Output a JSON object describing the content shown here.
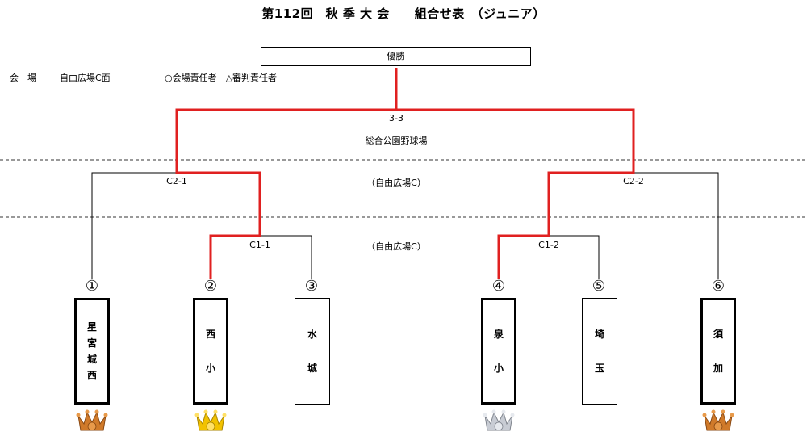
{
  "title": "第112回　秋 季 大 会　　組合せ表　（ジュニア）",
  "venue": {
    "label": "会　場",
    "name": "自由広場C面",
    "legend": "○会場責任者　△審判責任者"
  },
  "final": {
    "label": "優勝",
    "match": "3-3",
    "venue": "総合公園野球場"
  },
  "semis": [
    {
      "label": "C2-1"
    },
    {
      "label": "C2-2"
    }
  ],
  "semi_venue": "（自由広場C）",
  "quarters": [
    {
      "label": "C1-1"
    },
    {
      "label": "C1-2"
    }
  ],
  "quarter_venue": "（自由広場C）",
  "teams": [
    {
      "number": "①",
      "chars": [
        "星",
        "宮",
        "城",
        "西"
      ],
      "medal": "bronze",
      "rank": "3"
    },
    {
      "number": "②",
      "chars": [
        "西",
        "小"
      ],
      "medal": "gold",
      "rank": "1"
    },
    {
      "number": "③",
      "chars": [
        "水",
        "城"
      ],
      "medal": "",
      "rank": ""
    },
    {
      "number": "④",
      "chars": [
        "泉",
        "小"
      ],
      "medal": "silver",
      "rank": "2"
    },
    {
      "number": "⑤",
      "chars": [
        "埼",
        "玉"
      ],
      "medal": "",
      "rank": ""
    },
    {
      "number": "⑥",
      "chars": [
        "須",
        "加"
      ],
      "medal": "bronze",
      "rank": "3"
    }
  ],
  "colors": {
    "winner_path": "#e02020",
    "line": "#000000",
    "gold": "#f2c200",
    "silver": "#c8ccd4",
    "bronze": "#d07a2a"
  }
}
